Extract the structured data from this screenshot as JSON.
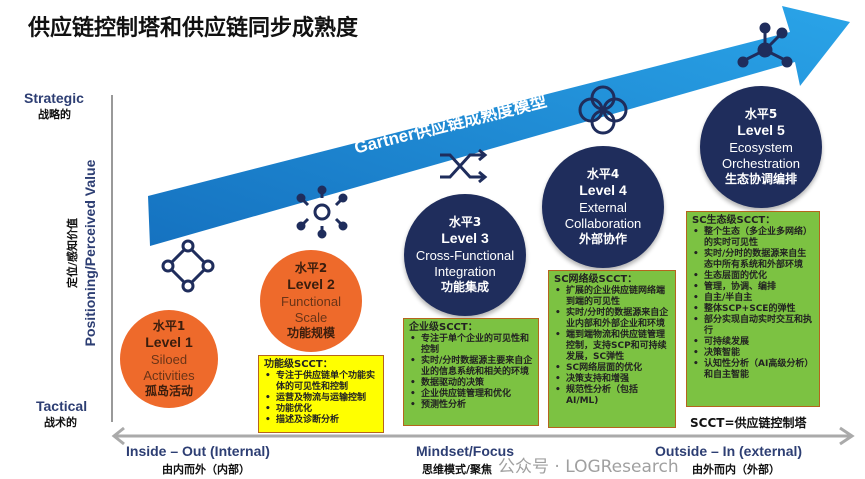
{
  "title": "供应链控制塔和供应链同步成熟度",
  "arrow_label": "Gartner供应链成熟度模型",
  "y_axis": {
    "top_en": "Strategic",
    "top_cn": "战略的",
    "bottom_en": "Tactical",
    "bottom_cn": "战术的",
    "label_en": "Positioning/Perceived Value",
    "label_cn": "定位/感知价值"
  },
  "x_axis": [
    {
      "en": "Inside – Out (Internal)",
      "cn": "由内而外（内部）"
    },
    {
      "en": "Mindset/Focus",
      "cn": "思维模式/聚焦"
    },
    {
      "en": "Outside – In (external)",
      "cn": "由外而内（外部）"
    }
  ],
  "levels": [
    {
      "cn": "水平1",
      "level": "Level 1",
      "en1": "Siloed",
      "en2": "Activities",
      "name": "孤岛活动",
      "icon": "diamond-nodes-icon"
    },
    {
      "cn": "水平2",
      "level": "Level 2",
      "en1": "Functional",
      "en2": "Scale",
      "name": "功能规模",
      "icon": "gear-nodes-icon"
    },
    {
      "cn": "水平3",
      "level": "Level 3",
      "en1": "Cross-Functional",
      "en2": "Integration",
      "name": "功能集成",
      "icon": "shuffle-icon"
    },
    {
      "cn": "水平4",
      "level": "Level 4",
      "en1": "External",
      "en2": "Collaboration",
      "name": "外部协作",
      "icon": "rings-icon"
    },
    {
      "cn": "水平5",
      "level": "Level 5",
      "en1": "Ecosystem",
      "en2": "Orchestration",
      "name": "生态协调编排",
      "icon": "network-icon"
    }
  ],
  "boxes": [
    {
      "title": "功能级SCCT：",
      "items": [
        "专注于供应链单个功能实体的可见性和控制",
        "运营及物流与运输控制",
        "功能优化",
        "描述及诊断分析"
      ]
    },
    {
      "title": "企业级SCCT：",
      "items": [
        "专注于单个企业的可见性和控制",
        "实时/分时数据源主要来自企业的信息系统和相关的环境",
        "数据驱动的决策",
        "企业供应链管理和优化",
        "预测性分析"
      ]
    },
    {
      "title": "SC网络级SCCT：",
      "items": [
        "扩展的企业供应链网络端到端的可见性",
        "实时/分时的数据源来自企业内部和外部企业和环境",
        "端到端物流和供应链管理控制，支持SCP和可持续发展，SC弹性",
        "SC网络层面的优化",
        "决策支持和增强",
        "规范性分析（包括AI/ML)"
      ]
    },
    {
      "title": "SC生态级SCCT：",
      "items": [
        "整个生态（多企业多网络）的实时可见性",
        "实时/分时的数据源来自生态中所有系统和外部环境",
        "生态层面的优化",
        "管理，协调、编排",
        "自主/半自主",
        "整体SCP+SCE的弹性",
        "部分实现自动实时交互和执行",
        "可持续发展",
        "决策智能",
        "认知性分析（AI高级分析）和自主智能"
      ]
    }
  ],
  "legend": "SCCT=供应链控制塔",
  "watermark": "公众号 · LOGResearch",
  "colors": {
    "orange": "#ee6a2b",
    "navy": "#1f2d5c",
    "arrow": "#1b8fd6",
    "green": "#7cc242",
    "yellow": "#ffff00"
  }
}
